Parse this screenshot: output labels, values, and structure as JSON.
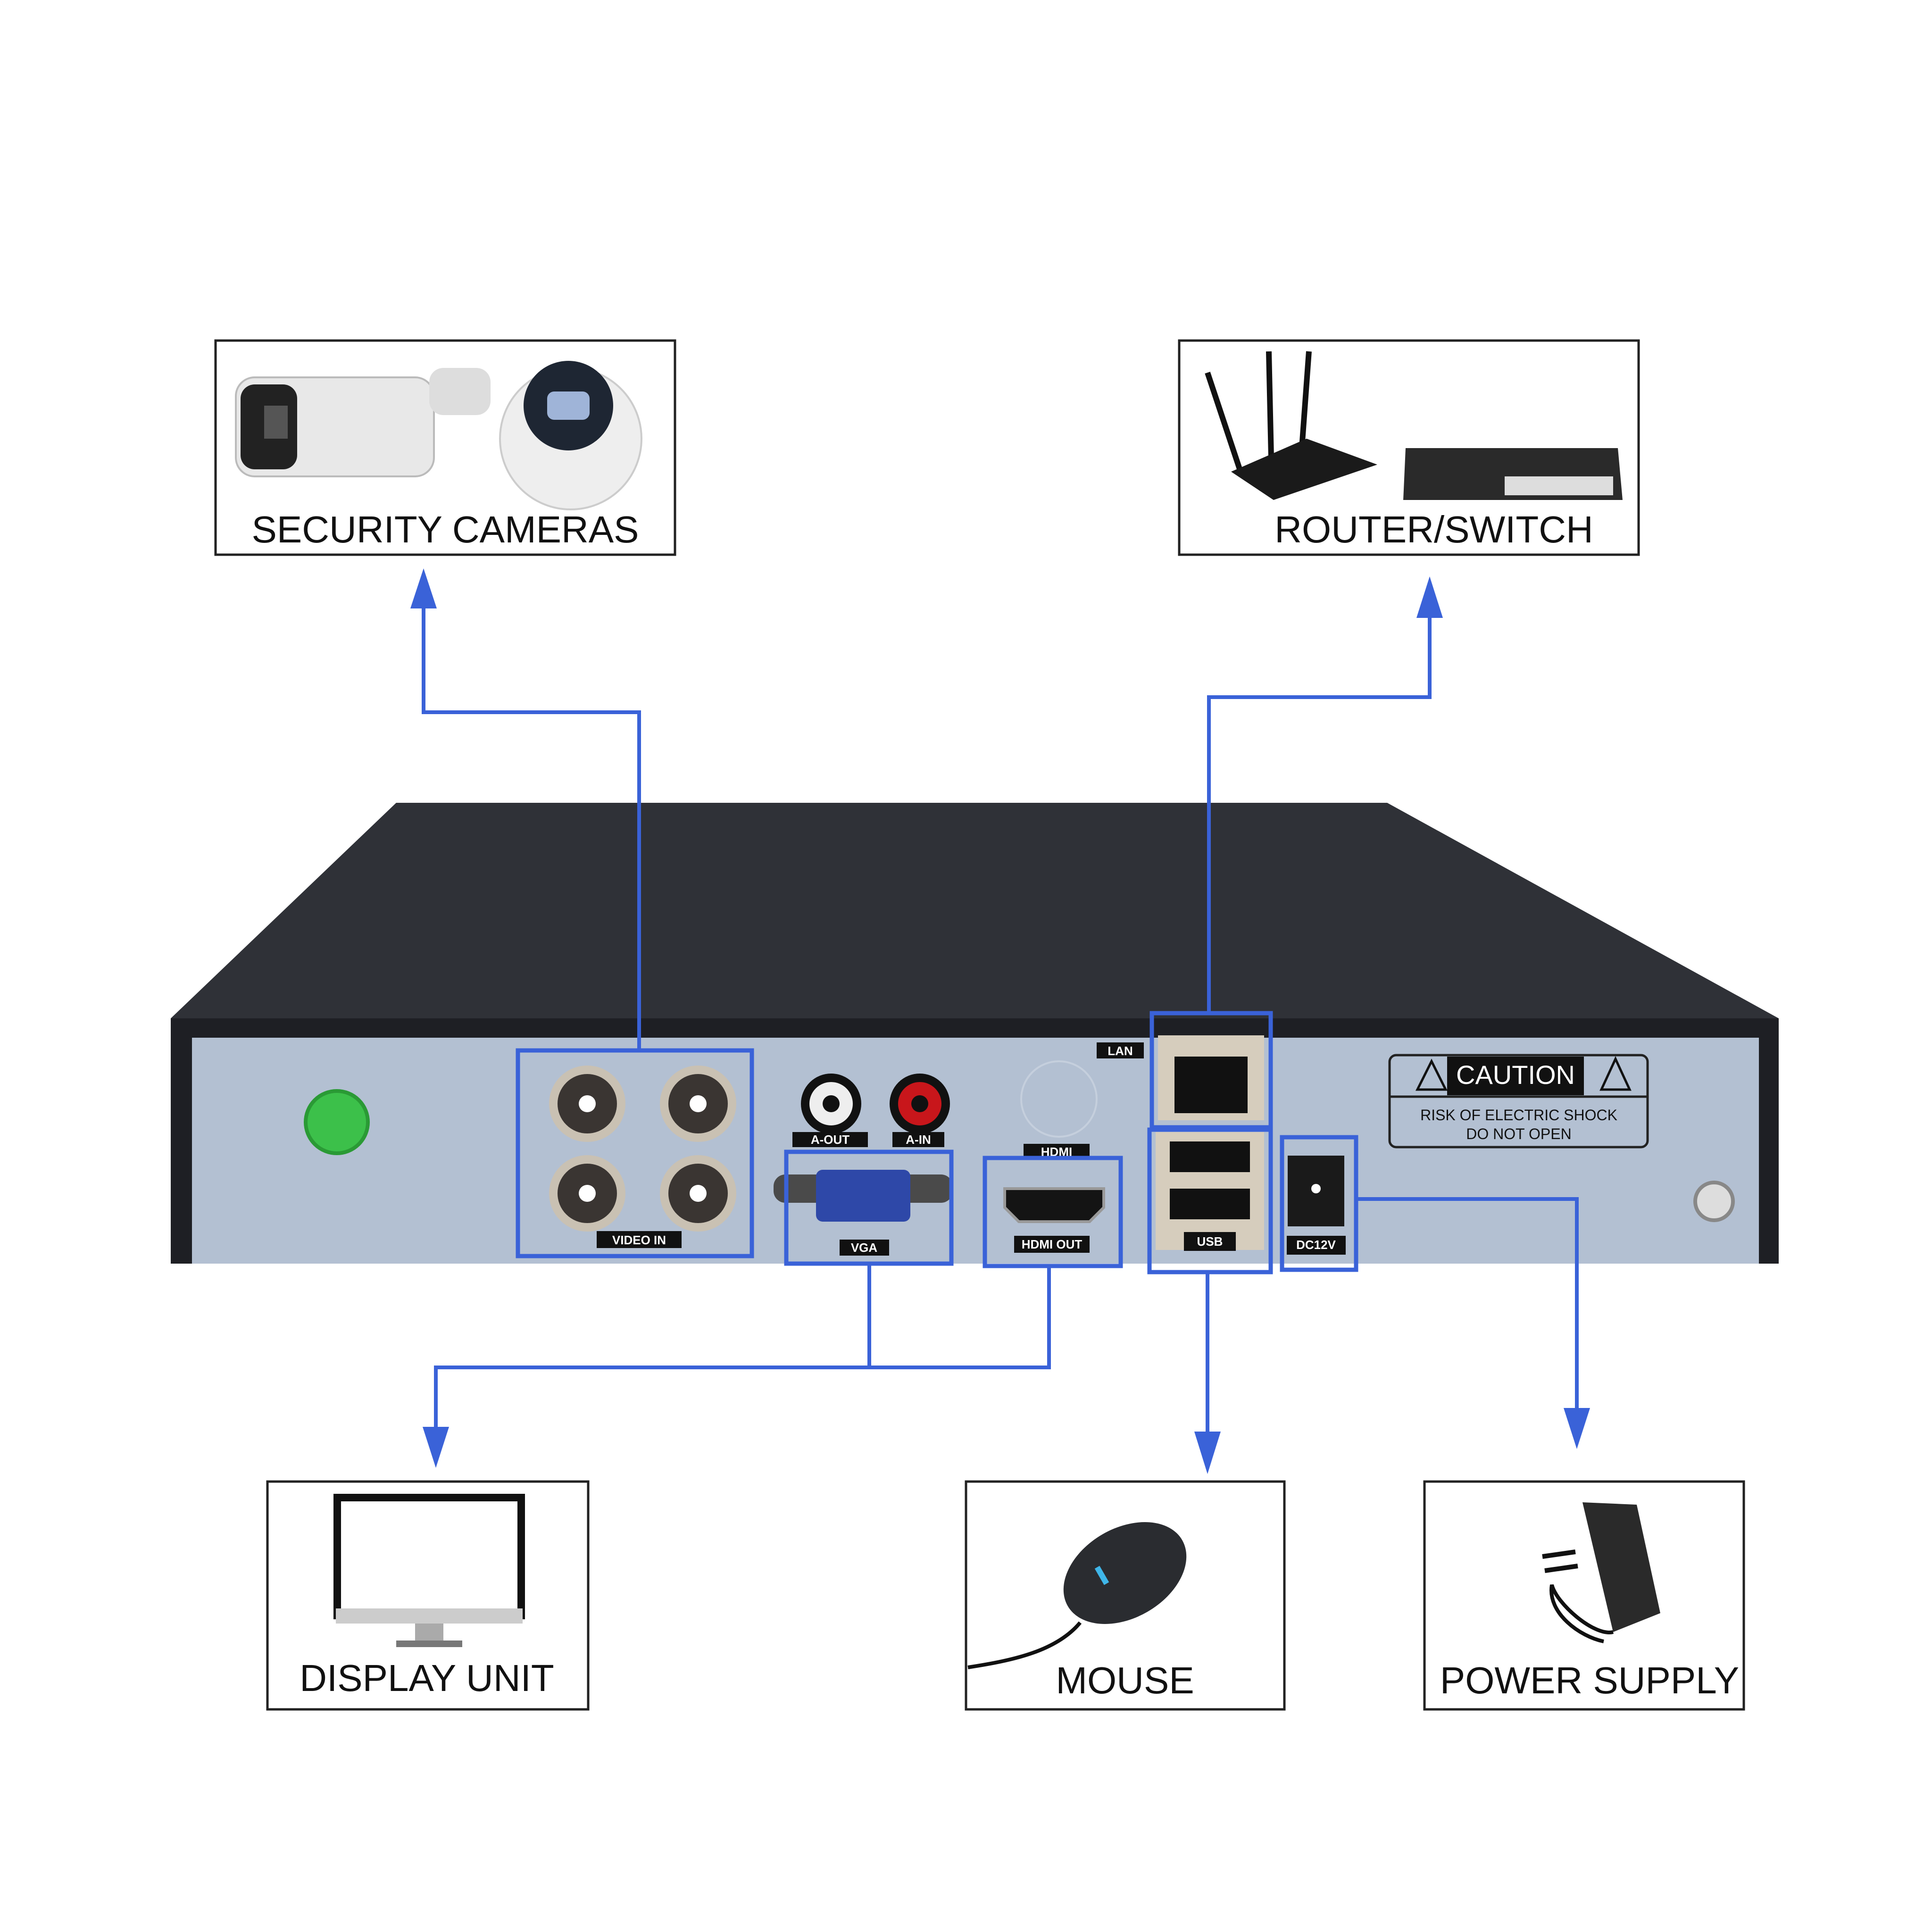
{
  "devices": {
    "cameras": {
      "label": "SECURITY CAMERAS",
      "icon": "security-camera-icon"
    },
    "router": {
      "label": "ROUTER/SWITCH",
      "icon": "router-icon"
    },
    "display": {
      "label": "DISPLAY UNIT",
      "icon": "monitor-icon"
    },
    "mouse": {
      "label": "MOUSE",
      "icon": "mouse-icon"
    },
    "power": {
      "label": "POWER SUPPLY",
      "icon": "power-adapter-icon"
    }
  },
  "dvr": {
    "ports": {
      "video_in": "VIDEO IN",
      "audio_out": "A-OUT",
      "audio_in": "A-IN",
      "vga": "VGA",
      "hdmi": "HDMI OUT",
      "lan": "LAN",
      "usb": "USB",
      "dc": "DC12V"
    },
    "caution": {
      "title": "CAUTION",
      "line1": "RISK OF ELECTRIC SHOCK",
      "line2": "DO NOT OPEN"
    }
  },
  "colors": {
    "connector": "#3a62d8",
    "dvr_body": "#2b2d33",
    "panel": "#b3c0d2"
  }
}
